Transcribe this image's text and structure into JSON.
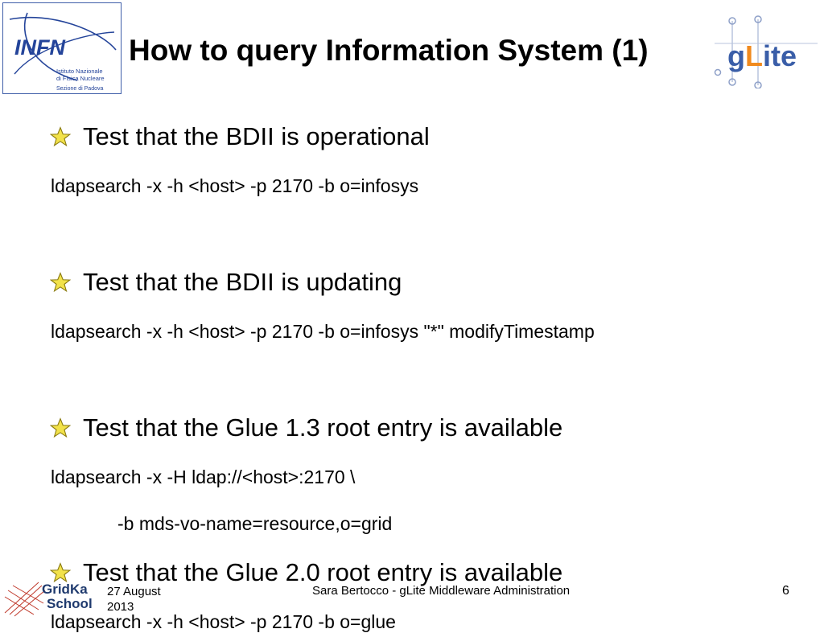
{
  "header": {
    "title": "How to query Information System (1)",
    "left_logo": {
      "name": "INFN",
      "line1": "Istituto Nazionale",
      "line2": "di Fisica Nucleare",
      "line3": "Sezione di Padova"
    },
    "right_logo": {
      "text": "gLite"
    }
  },
  "items": [
    {
      "bullet": "Test that the BDII is operational",
      "commands": [
        "ldapsearch -x -h  <host> -p 2170 -b o=infosys"
      ]
    },
    {
      "bullet": "Test that the BDII is updating",
      "commands": [
        "ldapsearch -x -h <host> -p 2170 -b o=infosys \"*\" modifyTimestamp"
      ]
    },
    {
      "bullet": "Test that the Glue 1.3 root entry is available",
      "commands": [
        "ldapsearch -x -H ldap://<host>:2170 \\",
        "-b mds-vo-name=resource,o=grid"
      ]
    },
    {
      "bullet": "Test that the Glue 2.0 root entry is available",
      "commands": [
        "ldapsearch -x -h <host> -p 2170 -b o=glue"
      ]
    }
  ],
  "footer": {
    "logo_line1": "GridKa",
    "logo_line2": "School",
    "date_line1": "27 August",
    "date_line2": "2013",
    "center": "Sara Bertocco - gLite Middleware Administration",
    "page": "6"
  },
  "colors": {
    "logo_blue": "#24449a",
    "star_yellow": "#f2e24a",
    "glite_blue": "#3a5ea8",
    "glite_orange": "#f08a1e"
  }
}
